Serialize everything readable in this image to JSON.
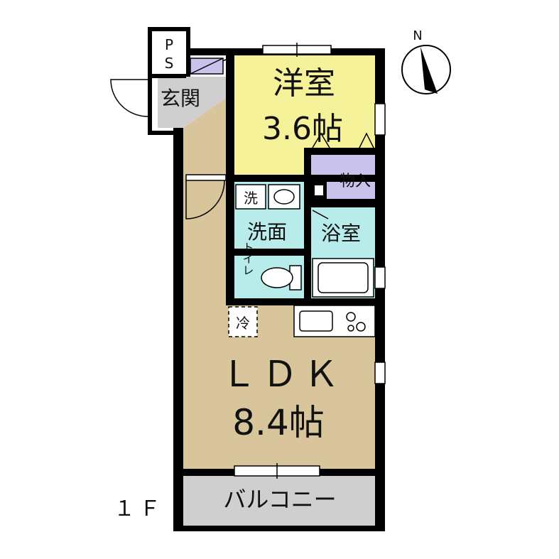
{
  "floor_label": "１Ｆ",
  "compass": {
    "north_label": "N"
  },
  "rooms": {
    "ps_top": "P",
    "ps_bottom": "S",
    "entrance": "玄関",
    "western_room": "洋室",
    "western_room_size": "3.6帖",
    "storage": "物入",
    "washer": "洗",
    "washroom": "洗面",
    "bathroom": "浴室",
    "toilet": "トイレ",
    "fridge": "冷",
    "ldk": "ＬＤＫ",
    "ldk_size": "8.4帖",
    "balcony": "バルコニー"
  },
  "colors": {
    "wall": "#000000",
    "ldk_floor": "#d9c59c",
    "western_room_floor": "#f6f29a",
    "wet_area_floor": "#b7ecea",
    "storage_floor": "#c9c3ec",
    "entrance_floor": "#cfcfcf",
    "balcony_floor": "#cfcfcf"
  }
}
